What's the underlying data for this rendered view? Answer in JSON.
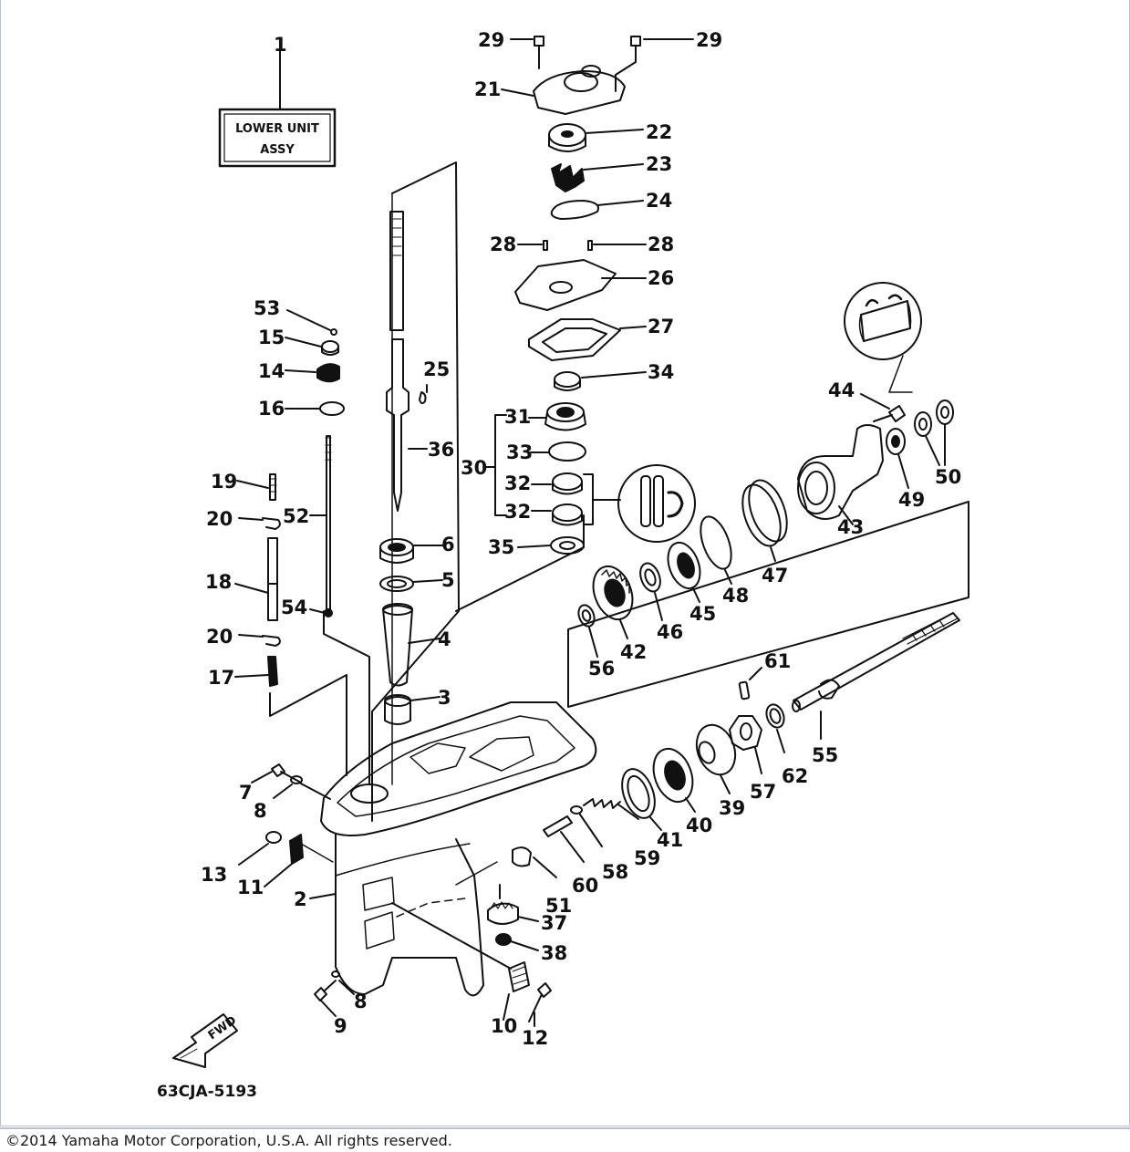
{
  "diagram": {
    "assembly_label_line1": "LOWER UNIT",
    "assembly_label_line2": "ASSY",
    "drawing_code": "63CJA-5193",
    "fwd_label": "FWD",
    "callouts": [
      "1",
      "2",
      "3",
      "4",
      "5",
      "6",
      "7",
      "8",
      "8",
      "9",
      "10",
      "11",
      "12",
      "13",
      "14",
      "15",
      "16",
      "17",
      "18",
      "19",
      "20",
      "20",
      "21",
      "22",
      "23",
      "24",
      "25",
      "26",
      "27",
      "28",
      "28",
      "29",
      "29",
      "30",
      "31",
      "32",
      "32",
      "33",
      "34",
      "35",
      "36",
      "37",
      "38",
      "39",
      "40",
      "41",
      "42",
      "43",
      "44",
      "45",
      "46",
      "47",
      "48",
      "49",
      "50",
      "51",
      "52",
      "53",
      "54",
      "55",
      "56",
      "57",
      "58",
      "59",
      "60",
      "61",
      "62"
    ]
  },
  "footer": {
    "copyright": "©2014 Yamaha Motor Corporation, U.S.A. All rights reserved."
  }
}
